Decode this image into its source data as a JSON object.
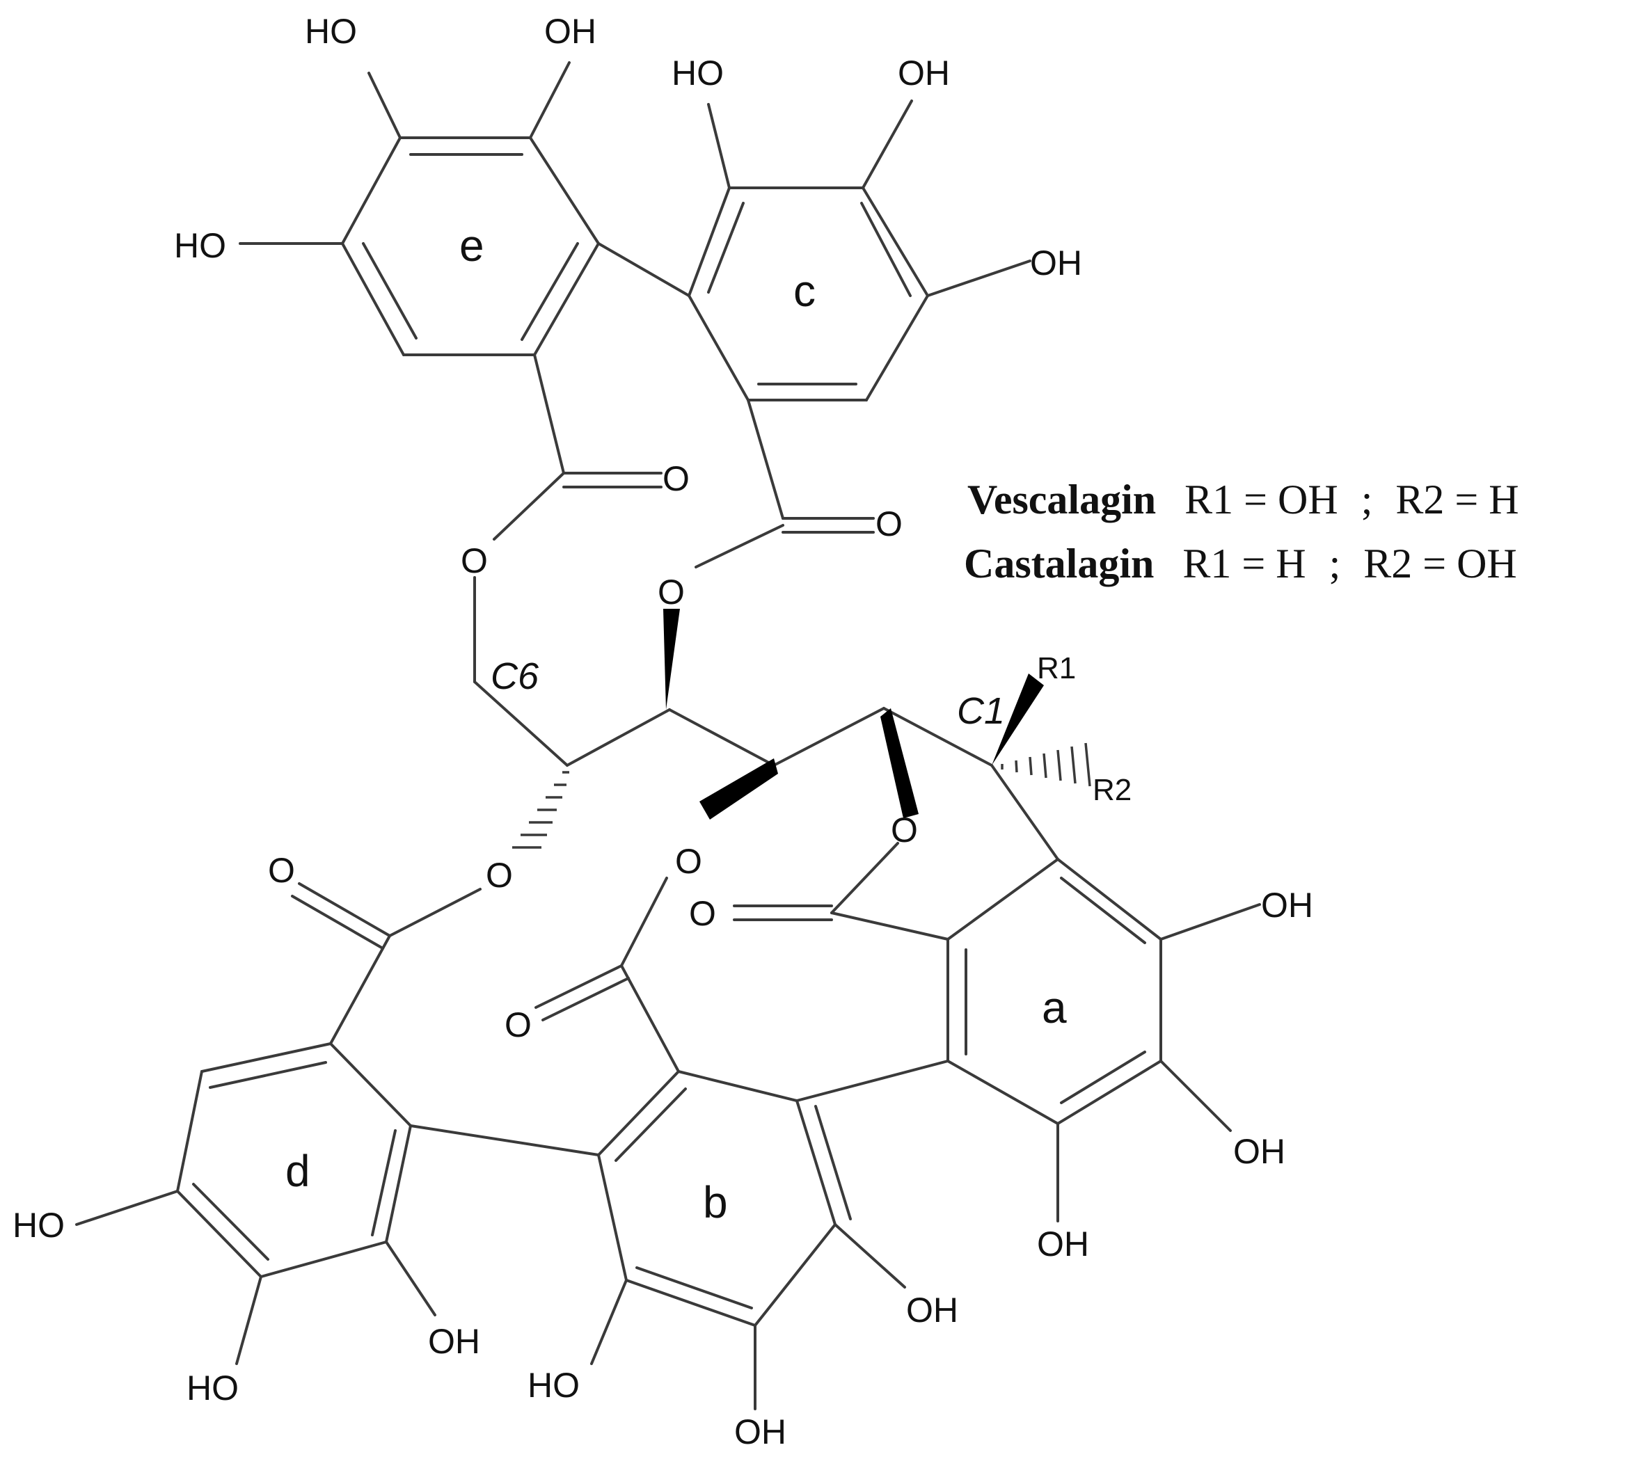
{
  "atoms": {
    "oh": "OH",
    "ho": "HO",
    "o": "O",
    "r1": "R1",
    "r2": "R2"
  },
  "rings": {
    "a": "a",
    "b": "b",
    "c": "c",
    "d": "d",
    "e": "e"
  },
  "carbons": {
    "c6": "C6",
    "c1": "C1"
  },
  "legend": {
    "vescalagin": {
      "name": "Vescalagin",
      "r1": "R1 = OH",
      "sep": ";",
      "r2": "R2 = H"
    },
    "castalagin": {
      "name": "Castalagin",
      "r1": "R1 = H",
      "sep": ";",
      "r2": "R2 = OH"
    }
  }
}
